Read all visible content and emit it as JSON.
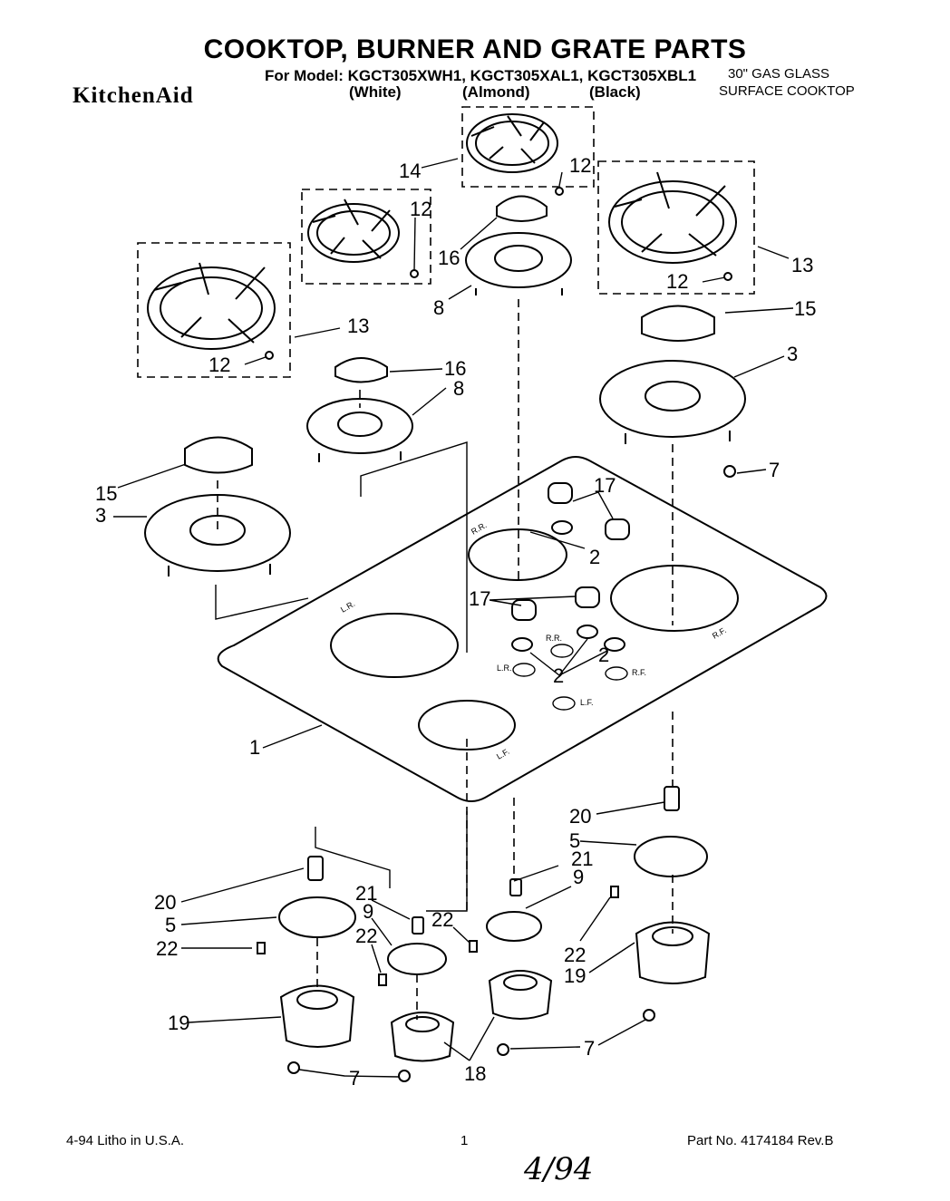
{
  "header": {
    "title": "COOKTOP, BURNER AND GRATE PARTS",
    "model_line": "For Model: KGCT305XWH1, KGCT305XAL1, KGCT305XBL1",
    "variants": [
      "(White)",
      "(Almond)",
      "(Black)"
    ],
    "brand": "KitchenAid",
    "product_line1": "30\" GAS GLASS",
    "product_line2": "SURFACE COOKTOP"
  },
  "footer": {
    "date_litho": "4-94  Litho in U.S.A.",
    "page_number": "1",
    "part_number": "Part No. 4174184  Rev.B",
    "handwritten_note": "4/94"
  },
  "diagram": {
    "callouts": [
      "1",
      "2",
      "2",
      "2",
      "3",
      "3",
      "5",
      "5",
      "7",
      "7",
      "7",
      "7",
      "8",
      "8",
      "9",
      "9",
      "12",
      "12",
      "12",
      "12",
      "13",
      "13",
      "14",
      "15",
      "15",
      "16",
      "16",
      "17",
      "17",
      "18",
      "19",
      "19",
      "20",
      "20",
      "21",
      "21",
      "22",
      "22",
      "22",
      "22"
    ],
    "position_labels": [
      "R.R.",
      "L.R.",
      "L.F.",
      "R.F.",
      "R.R.",
      "L.R.",
      "L.F.",
      "R.F."
    ]
  },
  "colors": {
    "ink": "#000000",
    "paper": "#ffffff"
  }
}
